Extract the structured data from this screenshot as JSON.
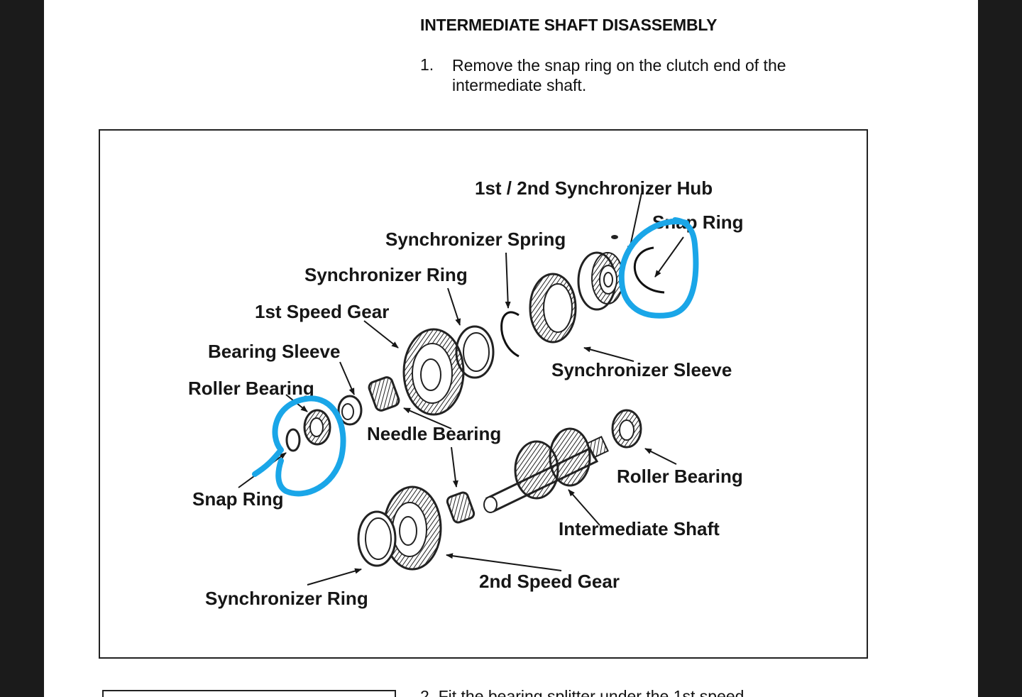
{
  "document": {
    "heading": "INTERMEDIATE SHAFT DISASSEMBLY",
    "step1": {
      "number": "1.",
      "text": "Remove the snap ring on the clutch end of the intermediate shaft."
    },
    "step2_partial": "2.  Fit the bearing splitter under the 1st speed"
  },
  "figure": {
    "labels": {
      "hub": "1st / 2nd Synchronizer Hub",
      "snap_ring_top": "Snap Ring",
      "sync_spring": "Synchronizer Spring",
      "sync_ring_top": "Synchronizer Ring",
      "first_gear": "1st Speed Gear",
      "bearing_sleeve": "Bearing Sleeve",
      "roller_bearing_left": "Roller Bearing",
      "sync_sleeve": "Synchronizer Sleeve",
      "needle_bearing": "Needle Bearing",
      "roller_bearing_right": "Roller Bearing",
      "snap_ring_left": "Snap Ring",
      "intermediate_shaft": "Intermediate Shaft",
      "second_gear": "2nd Speed Gear",
      "sync_ring_bottom": "Synchronizer Ring"
    },
    "annotation_color": "#1aa6e8"
  }
}
